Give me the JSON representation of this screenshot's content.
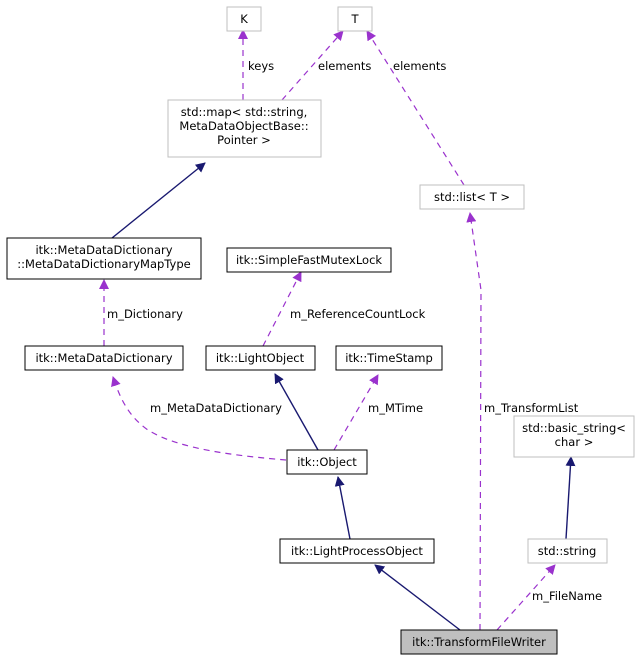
{
  "nodes": {
    "K": {
      "lines": [
        "K"
      ]
    },
    "T": {
      "lines": [
        "T"
      ]
    },
    "stdmap": {
      "lines": [
        "std::map< std::string,",
        "MetaDataObjectBase::",
        "Pointer >"
      ]
    },
    "stdlist": {
      "lines": [
        "std::list< T >"
      ]
    },
    "mapType": {
      "lines": [
        "itk::MetaDataDictionary",
        "::MetaDataDictionaryMapType"
      ]
    },
    "mutexLock": {
      "lines": [
        "itk::SimpleFastMutexLock"
      ]
    },
    "metaDict": {
      "lines": [
        "itk::MetaDataDictionary"
      ]
    },
    "lightObject": {
      "lines": [
        "itk::LightObject"
      ]
    },
    "timeStamp": {
      "lines": [
        "itk::TimeStamp"
      ]
    },
    "basicString": {
      "lines": [
        "std::basic_string<",
        "char >"
      ]
    },
    "object": {
      "lines": [
        "itk::Object"
      ]
    },
    "lightProcess": {
      "lines": [
        "itk::LightProcessObject"
      ]
    },
    "stdString": {
      "lines": [
        "std::string"
      ]
    },
    "writer": {
      "lines": [
        "itk::TransformFileWriter"
      ]
    }
  },
  "edges": {
    "keys": "keys",
    "elementsMap": "elements",
    "elementsList": "elements",
    "dictionary": "m_Dictionary",
    "refCountLock": "m_ReferenceCountLock",
    "metaDataDictionary": "m_MetaDataDictionary",
    "mtime": "m_MTime",
    "transformList": "m_TransformList",
    "fileName": "m_FileName"
  },
  "colors": {
    "inheritance": "#191970",
    "usage": "#9a32cd",
    "focusFill": "#bfbfbf",
    "externalBorder": "#bfbfbf"
  }
}
